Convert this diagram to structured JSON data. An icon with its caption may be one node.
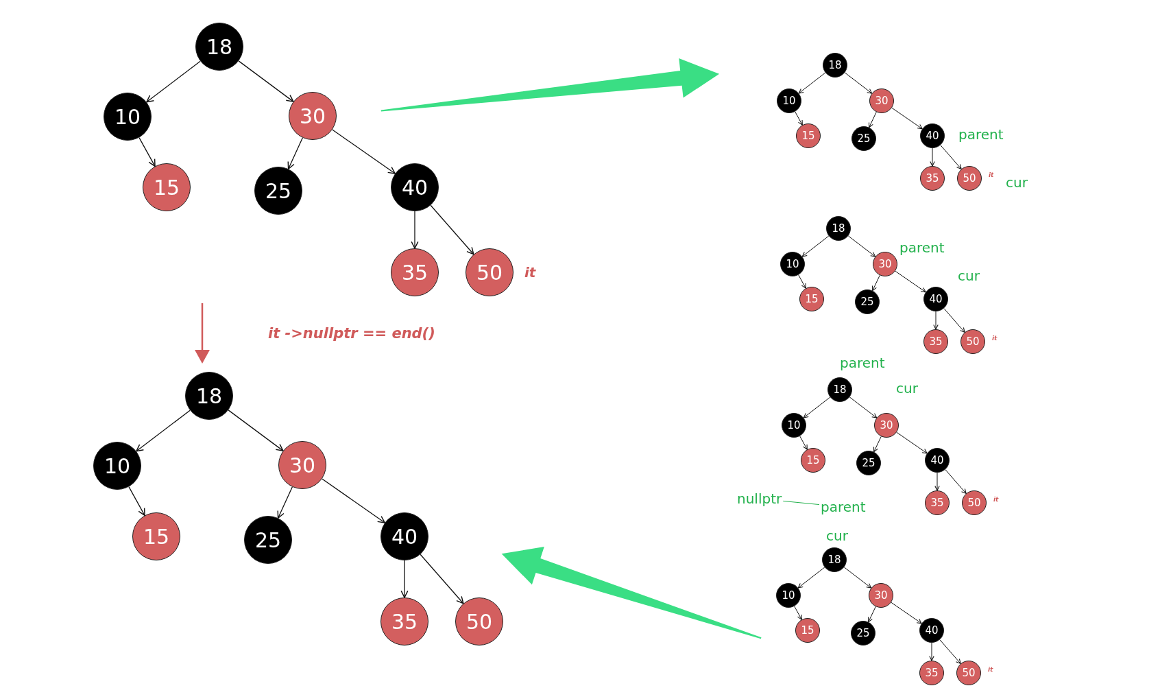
{
  "diagram": {
    "nodes": [
      {
        "text": [
          "18"
        ]
      },
      {
        "text": [
          "10"
        ]
      },
      {
        "text": [
          "30"
        ]
      },
      {
        "text": [
          "15"
        ]
      },
      {
        "text": [
          "25"
        ]
      },
      {
        "text": [
          "40"
        ]
      },
      {
        "text": [
          "35"
        ]
      },
      {
        "text": [
          "50"
        ],
        "beside": [
          "it"
        ]
      },
      {
        "text": [
          "18"
        ]
      },
      {
        "text": [
          "10"
        ]
      },
      {
        "text": [
          "30"
        ]
      },
      {
        "text": [
          "15"
        ]
      },
      {
        "text": [
          "25"
        ]
      },
      {
        "text": [
          "40"
        ]
      },
      {
        "text": [
          "35"
        ]
      },
      {
        "text": [
          "50"
        ]
      },
      {
        "text": [
          "18"
        ]
      },
      {
        "text": [
          "10"
        ]
      },
      {
        "text": [
          "30"
        ]
      },
      {
        "text": [
          "15"
        ]
      },
      {
        "text": [
          "25"
        ]
      },
      {
        "text": [
          "40"
        ]
      },
      {
        "text": [
          "35"
        ]
      },
      {
        "text": [
          "50"
        ],
        "beside": [
          "it"
        ]
      },
      {
        "text": [
          "18"
        ]
      },
      {
        "text": [
          "10"
        ]
      },
      {
        "text": [
          "30"
        ]
      },
      {
        "text": [
          "15"
        ]
      },
      {
        "text": [
          "25"
        ]
      },
      {
        "text": [
          "40"
        ]
      },
      {
        "text": [
          "35"
        ]
      },
      {
        "text": [
          "50"
        ],
        "beside": [
          "it"
        ]
      },
      {
        "text": [
          "18"
        ]
      },
      {
        "text": [
          "10"
        ]
      },
      {
        "text": [
          "30"
        ]
      },
      {
        "text": [
          "15"
        ]
      },
      {
        "text": [
          "25"
        ]
      },
      {
        "text": [
          "40"
        ]
      },
      {
        "text": [
          "35"
        ]
      },
      {
        "text": [
          "50"
        ],
        "beside": [
          "it"
        ]
      },
      {
        "text": [
          "18"
        ],
        "beside": [
          "cur"
        ]
      },
      {
        "text": [
          "10"
        ]
      },
      {
        "text": [
          "30"
        ]
      },
      {
        "text": [
          "15"
        ]
      },
      {
        "text": [
          "25"
        ]
      },
      {
        "text": [
          "40"
        ]
      },
      {
        "text": [
          "35"
        ]
      },
      {
        "text": [
          "50"
        ],
        "beside": [
          "it"
        ]
      },
      {
        "text": [
          "nullptr"
        ]
      },
      {
        "text": [
          "parent"
        ]
      }
    ],
    "edges": [
      {
        "from": 0,
        "to": 1,
        "arrow": "to"
      },
      {
        "from": 0,
        "to": 2,
        "arrow": "to"
      },
      {
        "from": 1,
        "to": 3,
        "arrow": "to"
      },
      {
        "from": 2,
        "to": 4,
        "arrow": "to"
      },
      {
        "from": 2,
        "to": 5,
        "arrow": "to"
      },
      {
        "from": 5,
        "to": 6,
        "arrow": "to"
      },
      {
        "from": 5,
        "to": 7,
        "arrow": "to"
      },
      {
        "from": 8,
        "to": 9,
        "arrow": "to"
      },
      {
        "from": 8,
        "to": 10,
        "arrow": "to"
      },
      {
        "from": 9,
        "to": 11,
        "arrow": "to"
      },
      {
        "from": 10,
        "to": 12,
        "arrow": "to"
      },
      {
        "from": 10,
        "to": 13,
        "arrow": "to"
      },
      {
        "from": 13,
        "to": 14,
        "arrow": "to"
      },
      {
        "from": 13,
        "to": 15,
        "arrow": "to"
      },
      {
        "from": 16,
        "to": 17,
        "arrow": "to"
      },
      {
        "from": 16,
        "to": 18,
        "arrow": "to"
      },
      {
        "from": 17,
        "to": 19,
        "arrow": "to"
      },
      {
        "from": 18,
        "to": 20,
        "arrow": "to"
      },
      {
        "from": 18,
        "to": 21,
        "arrow": "to"
      },
      {
        "from": 21,
        "to": 22,
        "arrow": "to"
      },
      {
        "from": 21,
        "to": 23,
        "arrow": "to"
      },
      {
        "from": 24,
        "to": 25,
        "arrow": "to"
      },
      {
        "from": 24,
        "to": 26,
        "arrow": "to"
      },
      {
        "from": 25,
        "to": 27,
        "arrow": "to"
      },
      {
        "from": 26,
        "to": 28,
        "arrow": "to"
      },
      {
        "from": 26,
        "to": 29,
        "arrow": "to"
      },
      {
        "from": 29,
        "to": 30,
        "arrow": "to"
      },
      {
        "from": 29,
        "to": 31,
        "arrow": "to"
      },
      {
        "from": 32,
        "to": 33,
        "arrow": "to"
      },
      {
        "from": 32,
        "to": 34,
        "arrow": "to"
      },
      {
        "from": 33,
        "to": 35,
        "arrow": "to"
      },
      {
        "from": 34,
        "to": 36,
        "arrow": "to"
      },
      {
        "from": 34,
        "to": 37,
        "arrow": "to"
      },
      {
        "from": 37,
        "to": 38,
        "arrow": "to"
      },
      {
        "from": 37,
        "to": 39,
        "arrow": "to"
      },
      {
        "from": 40,
        "to": 41,
        "arrow": "to"
      },
      {
        "from": 40,
        "to": 42,
        "arrow": "to"
      },
      {
        "from": 41,
        "to": 43,
        "arrow": "to"
      },
      {
        "from": 42,
        "to": 44,
        "arrow": "to"
      },
      {
        "from": 42,
        "to": 45,
        "arrow": "to"
      },
      {
        "from": 45,
        "to": 46,
        "arrow": "to"
      },
      {
        "from": 45,
        "to": 47,
        "arrow": "to"
      },
      {
        "from": 48,
        "to": 49,
        "arrow": "none",
        "color": "#22b14c"
      },
      {
        "from": 2,
        "to": 16,
        "arrow": "to",
        "style": "thick",
        "color": "#3ade84"
      },
      {
        "from": 41,
        "to": 13,
        "arrow": "to",
        "style": "thick",
        "color": "#3ade84"
      }
    ],
    "labels": [
      "parent",
      "cur",
      "it ->nullptr == end()",
      "parent",
      "cur",
      "parent",
      "cur"
    ]
  }
}
